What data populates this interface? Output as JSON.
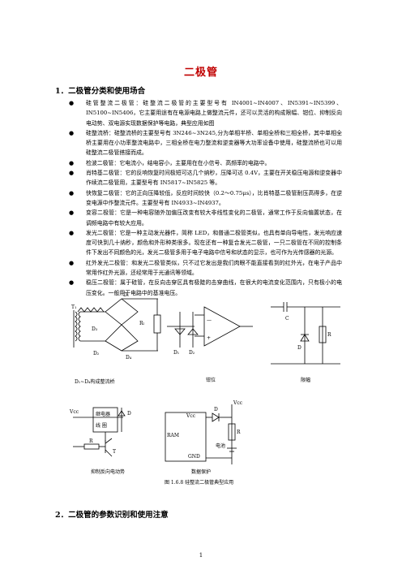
{
  "title": "二极管",
  "section1": "1．二极管分类和使用场合",
  "bullets": [
    "硅管整流二极管：硅整流二极管的主要型号有 IN4001~IN4007、IN5391~IN5399、IN5100~IN5406，它主要用途有在电源电路上做整流元件，还可以灵活的构成限幅、钳位、抑制反向电动势、双电源实现数据保护等电路，典型应用如图",
    "硅整流桥：硅整流桥的主要型号有 3N246~3N245,分为单相半桥、单相全桥和三相全桥，其中单相全桥主要用在小功率整流电路中，三相全桥在电力整流和逆变器等大功率设备中使用，硅整流桥也可以用硅整流二极管搭接而成。",
    "检波二极管：它电流小，结电容小，主要用在在小信号、高频率的电路中。",
    "肖特基二极管：它的反响恢复时间极短可达几个纳秒，压降可达 0.4V，主要在开关稳压电源和逆变器中作续流二极管用，主要型号有 IN5817~IN5825 等。",
    "快恢复二极管：它的正向压降较低，反应时间较快（0.2～0.75μs），比肖特基二极管耐压高得多，在逆变电源中作整流元件。主要型号有 IN4933~IN4937。",
    "变容二极管：它是一种电容随外加偏压改变有较大非线性变化的二极管，通常工作于反向偏置状态，在调频电路中有较大应用。",
    "发光二极管：它是一种主动发光器件，简称 LED，和普通二极管类似，也具有单向导电性，发光响应速度可快到几十纳秒，颜色和外形种类很多。现在还有一种复合发光二极管，一只二极管在不同的控制条件下发出不同颜色的光，发光二极管多用于电子电路中信号和状态的显示，也可作为光传感器的光源。",
    "红外发光二极管：和发光二极管类似，只不过它发出是我们肉眼不能直接看到的红外光，在电子产品中常用作红外光源，还经常用于光通讯等领域。",
    "稳压二极管：属于硅管，在反向击穿区具有极陡的击穿曲线，在很大的电流变化范围内，只有极小的电压变化。一般用于电路中的基准电压。"
  ],
  "diagrams": {
    "bridge": {
      "t1": "T₁",
      "d1": "D₁",
      "d2": "D₂",
      "d3": "D₃",
      "d4": "D₄",
      "rl": "Rₗ",
      "caption": "D₁~D₄构成整流桥"
    },
    "clamp": {
      "d1": "D₁",
      "d2": "D₂",
      "caption": "钳位"
    },
    "limiter": {
      "c": "C",
      "d": "D",
      "r": "R",
      "caption": "限幅"
    },
    "relay": {
      "vcc": "Vcc",
      "relay_line1": "继电器",
      "relay_line2": "线 圈",
      "d": "D",
      "r": "R",
      "t": "T",
      "caption": "抑制反向电动势"
    },
    "backup": {
      "d": "D",
      "vcc": "Vcc",
      "vcc_ram": "Vcc",
      "ram": "RAM",
      "gnd": "GND",
      "r": "R",
      "battery": "电池",
      "caption": "数据保护"
    },
    "figure_caption": "图 1.6.8  硅整流二极管典型应用"
  },
  "section2": "2．二极管的参数识别和使用注意",
  "page_number": "1"
}
